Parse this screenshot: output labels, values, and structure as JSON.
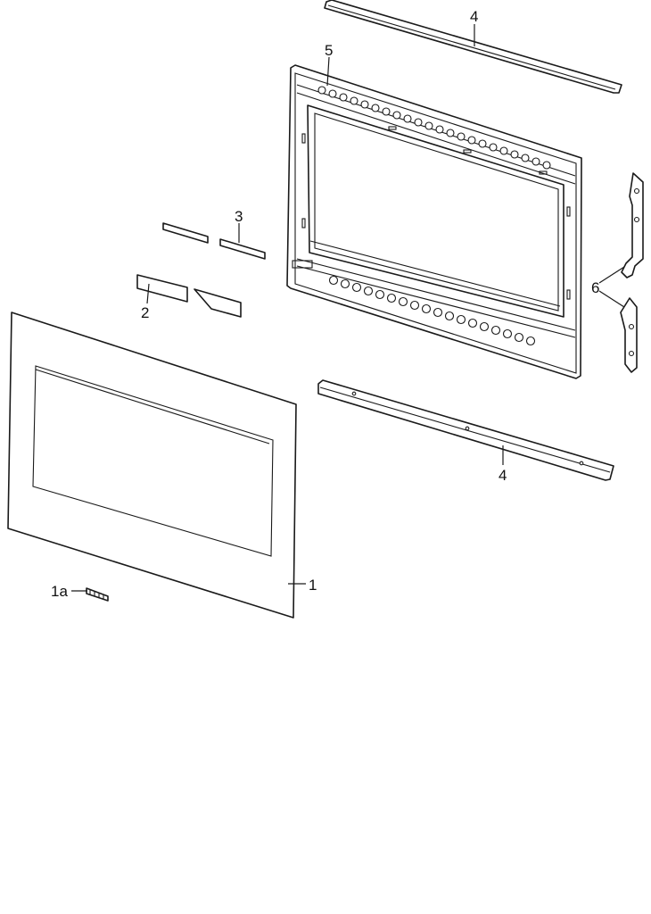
{
  "diagram": {
    "callouts": {
      "top_trim": "4",
      "door_frame": "5",
      "spacer_strip": "3",
      "glass_shim": "2",
      "outer_panel": "1",
      "badge": "1a",
      "bottom_trim": "4",
      "hinge": "6"
    }
  }
}
